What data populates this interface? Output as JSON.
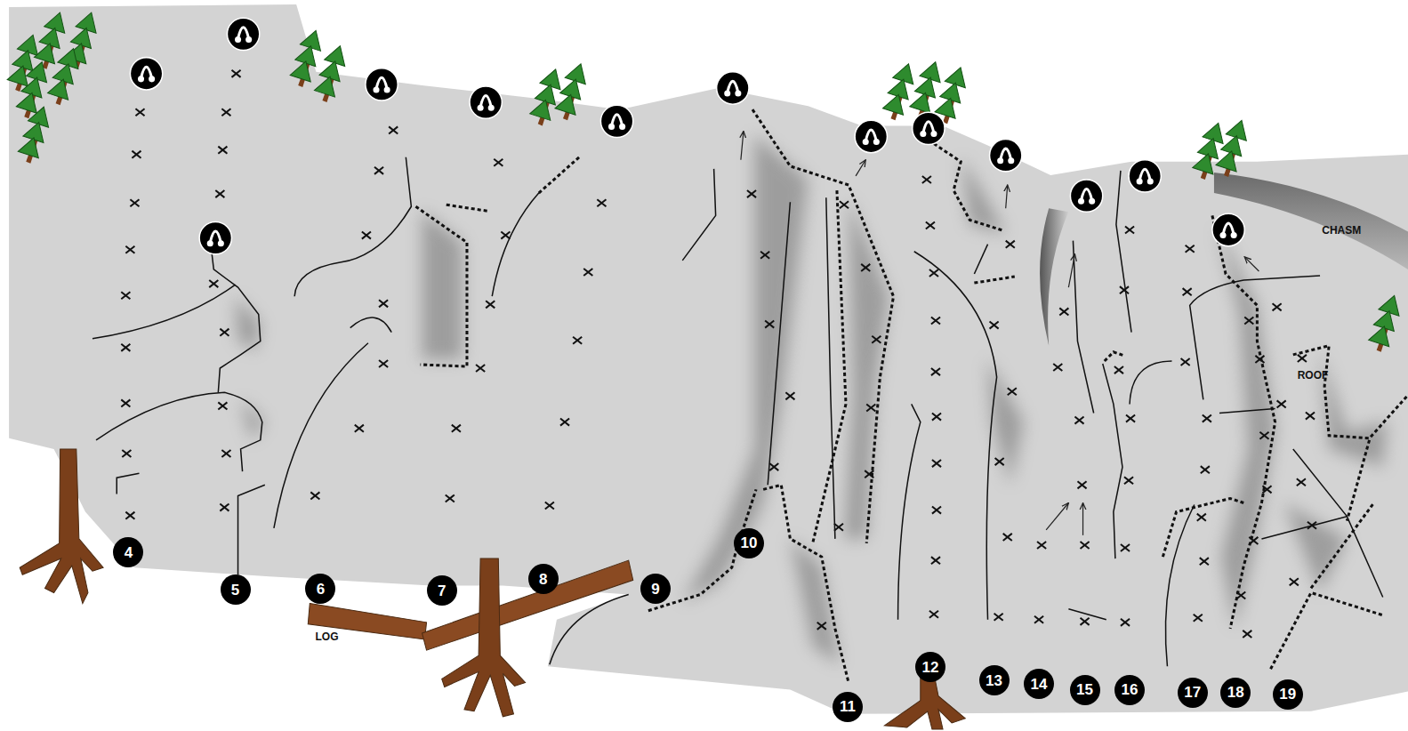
{
  "diagram": {
    "nodes": [
      {
        "text": [
          "4"
        ]
      },
      {
        "text": [
          "5"
        ]
      },
      {
        "text": [
          "6"
        ]
      },
      {
        "text": [
          "7"
        ]
      },
      {
        "text": [
          "8"
        ]
      },
      {
        "text": [
          "9"
        ]
      },
      {
        "text": [
          "10"
        ]
      },
      {
        "text": [
          "11"
        ]
      },
      {
        "text": [
          "12"
        ]
      },
      {
        "text": [
          "13"
        ]
      },
      {
        "text": [
          "14"
        ]
      },
      {
        "text": [
          "15"
        ]
      },
      {
        "text": [
          "16"
        ]
      },
      {
        "text": [
          "17"
        ]
      },
      {
        "text": [
          "18"
        ]
      },
      {
        "text": [
          "19"
        ]
      }
    ],
    "labels": [
      "LOG",
      "CHASM",
      "ROOF"
    ]
  }
}
